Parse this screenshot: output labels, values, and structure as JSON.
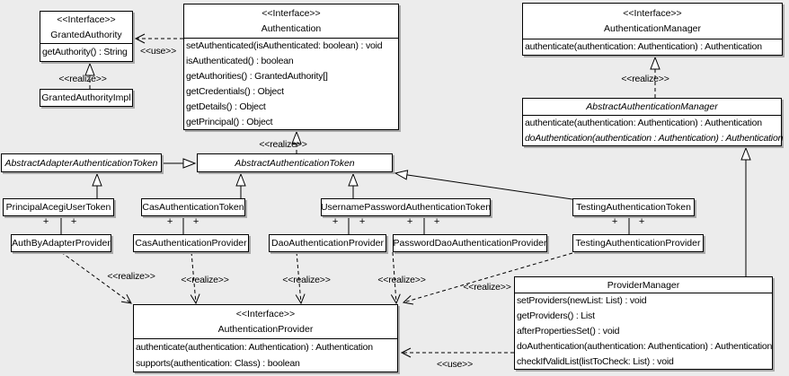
{
  "diagram": {
    "type": "uml-class-diagram",
    "subject": "Acegi / Spring Security authentication classes"
  },
  "colors": {
    "background": "#ececec",
    "box_fill": "#ffffff",
    "line": "#000000",
    "shadow": "#a9a9a9"
  },
  "labels": {
    "realize": "<<realize>>",
    "use": "<<use>>",
    "plus": "+"
  },
  "classes": {
    "granted_authority": {
      "stereotype": "<<Interface>>",
      "name": "GrantedAuthority",
      "methods": [
        "getAuthority() : String"
      ]
    },
    "granted_authority_impl": {
      "name": "GrantedAuthorityImpl"
    },
    "authentication": {
      "stereotype": "<<Interface>>",
      "name": "Authentication",
      "methods": [
        "setAuthenticated(isAuthenticated: boolean) : void",
        "isAuthenticated() : boolean",
        "getAuthorities() : GrantedAuthority[]",
        "getCredentials() : Object",
        "getDetails() : Object",
        "getPrincipal() : Object"
      ]
    },
    "authentication_manager": {
      "stereotype": "<<Interface>>",
      "name": "AuthenticationManager",
      "methods": [
        "authenticate(authentication: Authentication) : Authentication"
      ]
    },
    "abstract_authentication_manager": {
      "name": "AbstractAuthenticationManager",
      "abstract": true,
      "methods": [
        "authenticate(authentication: Authentication) : Authentication",
        "doAuthentication(authentication : Authentication) : Authentication"
      ]
    },
    "abstract_adapter_authentication_token": {
      "name": "AbstractAdapterAuthenticationToken",
      "abstract": true
    },
    "abstract_authentication_token": {
      "name": "AbstractAuthenticationToken",
      "abstract": true
    },
    "principal_acegi_user_token": {
      "name": "PrincipalAcegiUserToken"
    },
    "cas_authentication_token": {
      "name": "CasAuthenticationToken"
    },
    "username_password_authentication_token": {
      "name": "UsernamePasswordAuthenticationToken"
    },
    "testing_authentication_token": {
      "name": "TestingAuthenticationToken"
    },
    "auth_by_adapter_provider": {
      "name": "AuthByAdapterProvider"
    },
    "cas_authentication_provider": {
      "name": "CasAuthenticationProvider"
    },
    "dao_authentication_provider": {
      "name": "DaoAuthenticationProvider"
    },
    "password_dao_authentication_provider": {
      "name": "PasswordDaoAuthenticationProvider"
    },
    "testing_authentication_provider": {
      "name": "TestingAuthenticationProvider"
    },
    "authentication_provider": {
      "stereotype": "<<Interface>>",
      "name": "AuthenticationProvider",
      "methods": [
        "authenticate(authentication: Authentication) : Authentication",
        "supports(authentication: Class) : boolean"
      ]
    },
    "provider_manager": {
      "name": "ProviderManager",
      "methods": [
        "setProviders(newList: List) : void",
        "getProviders() : List",
        "afterPropertiesSet() : void",
        "doAuthentication(authentication: Authentication) : Authentication",
        "checkIfValidList(listToCheck: List) : void"
      ]
    }
  },
  "relationships": [
    {
      "type": "realize",
      "from": "GrantedAuthorityImpl",
      "to": "GrantedAuthority"
    },
    {
      "type": "use",
      "from": "Authentication",
      "to": "GrantedAuthority"
    },
    {
      "type": "realize",
      "from": "AbstractAuthenticationToken",
      "to": "Authentication"
    },
    {
      "type": "realize",
      "from": "AbstractAuthenticationManager",
      "to": "AuthenticationManager"
    },
    {
      "type": "generalization",
      "from": "AbstractAdapterAuthenticationToken",
      "to": "AbstractAuthenticationToken"
    },
    {
      "type": "generalization",
      "from": "PrincipalAcegiUserToken",
      "to": "AbstractAdapterAuthenticationToken"
    },
    {
      "type": "generalization",
      "from": "CasAuthenticationToken",
      "to": "AbstractAuthenticationToken"
    },
    {
      "type": "generalization",
      "from": "UsernamePasswordAuthenticationToken",
      "to": "AbstractAuthenticationToken"
    },
    {
      "type": "generalization",
      "from": "TestingAuthenticationToken",
      "to": "AbstractAuthenticationToken"
    },
    {
      "type": "generalization",
      "from": "ProviderManager",
      "to": "AbstractAuthenticationManager"
    },
    {
      "type": "association",
      "from": "PrincipalAcegiUserToken",
      "to": "AuthByAdapterProvider"
    },
    {
      "type": "association",
      "from": "CasAuthenticationToken",
      "to": "CasAuthenticationProvider"
    },
    {
      "type": "association",
      "from": "UsernamePasswordAuthenticationToken",
      "to": "DaoAuthenticationProvider"
    },
    {
      "type": "association",
      "from": "UsernamePasswordAuthenticationToken",
      "to": "PasswordDaoAuthenticationProvider"
    },
    {
      "type": "association",
      "from": "TestingAuthenticationToken",
      "to": "TestingAuthenticationProvider"
    },
    {
      "type": "realize",
      "from": "AuthByAdapterProvider",
      "to": "AuthenticationProvider"
    },
    {
      "type": "realize",
      "from": "CasAuthenticationProvider",
      "to": "AuthenticationProvider"
    },
    {
      "type": "realize",
      "from": "DaoAuthenticationProvider",
      "to": "AuthenticationProvider"
    },
    {
      "type": "realize",
      "from": "PasswordDaoAuthenticationProvider",
      "to": "AuthenticationProvider"
    },
    {
      "type": "realize",
      "from": "TestingAuthenticationProvider",
      "to": "AuthenticationProvider"
    },
    {
      "type": "use",
      "from": "ProviderManager",
      "to": "AuthenticationProvider"
    }
  ]
}
